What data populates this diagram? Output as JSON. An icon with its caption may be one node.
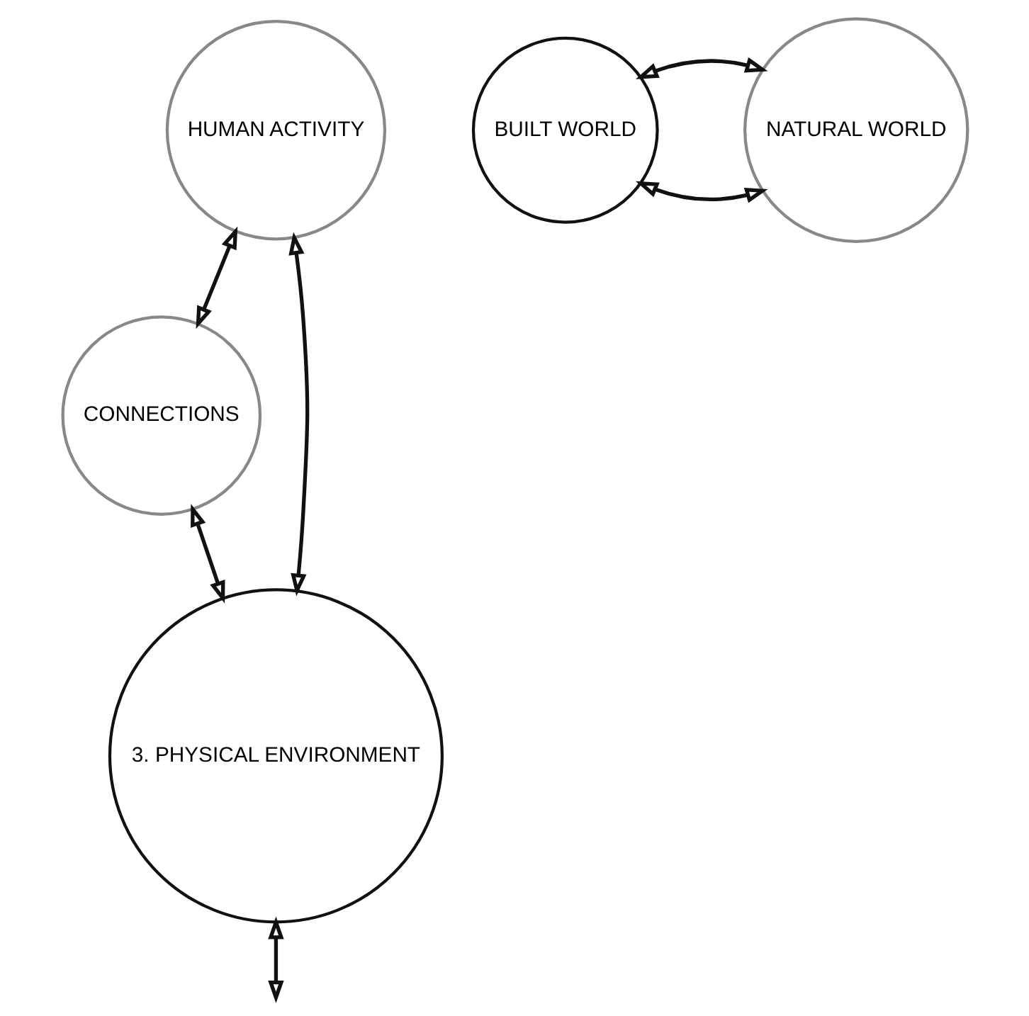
{
  "diagram": {
    "nodes": [
      {
        "text": [
          "HUMAN ACTIVITY"
        ]
      },
      {
        "text": [
          "CONNECTIONS"
        ]
      },
      {
        "text": [
          "3. PHYSICAL ENVIRONMENT"
        ]
      },
      {
        "text": [
          "NATURAL WORLD"
        ]
      },
      {
        "text": [
          "BUILT WORLD"
        ]
      }
    ],
    "edges": [
      {
        "from": 0,
        "to": 1,
        "arrow": "both"
      },
      {
        "from": 0,
        "to": 2,
        "arrow": "both"
      },
      {
        "from": 1,
        "to": 2,
        "arrow": "both"
      },
      {
        "from": 2,
        "to": null,
        "arrow": "both"
      },
      {
        "from": 4,
        "to": 3,
        "arrow": "both"
      },
      {
        "from": 4,
        "to": 3,
        "arrow": "both"
      }
    ]
  }
}
